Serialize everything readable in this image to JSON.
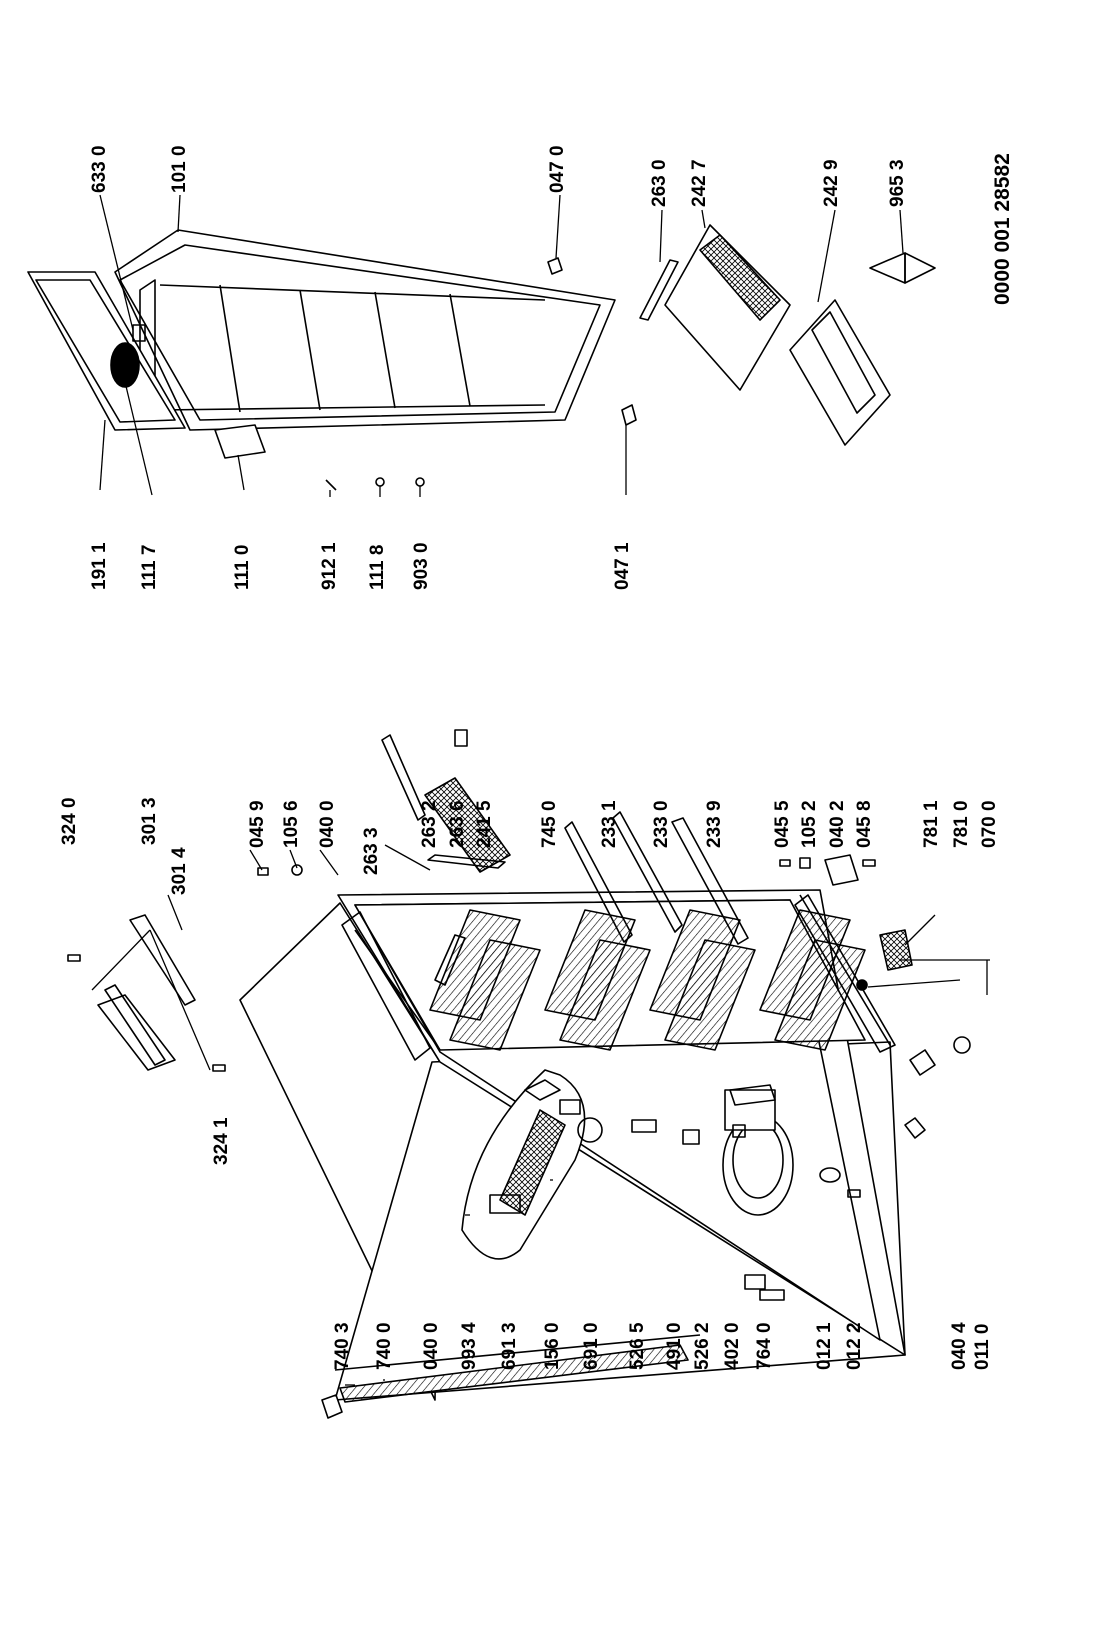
{
  "diagram": {
    "document_code": "0000 001 28582",
    "labels": {
      "p7403": "740 3",
      "p7400": "740 0",
      "p0400a": "040 0",
      "p9934": "993 4",
      "p6913": "691 3",
      "p1560": "156 0",
      "p6910": "691 0",
      "p5265": "526 5",
      "p4910": "491 0",
      "p5262": "526 2",
      "p4020": "402 0",
      "p7640": "764 0",
      "p0121": "012 1",
      "p0122": "012 2",
      "p0404": "040 4",
      "p0110": "011 0",
      "p3241": "324 1",
      "p3240": "324 0",
      "p3013": "301 3",
      "p3014": "301 4",
      "p0459": "045 9",
      "p1056": "105 6",
      "p0400b": "040 0",
      "p2633": "263 3",
      "p2632": "263 2",
      "p2636": "263 6",
      "p2415": "241 5",
      "p7450": "745 0",
      "p2331": "233 1",
      "p2330": "233 0",
      "p2339": "233 9",
      "p0455": "045 5",
      "p1052": "105 2",
      "p0402": "040 2",
      "p0458": "045 8",
      "p7811": "781 1",
      "p7810": "781 0",
      "p0700": "070 0",
      "p1911": "191 1",
      "p1117": "111 7",
      "p1110": "111 0",
      "p9121": "912 1",
      "p1118": "111 8",
      "p9030": "903 0",
      "p0471": "047 1",
      "p6330": "633 0",
      "p1010": "101 0",
      "p0470": "047 0",
      "p2630": "263 0",
      "p2427": "242 7",
      "p2429": "242 9",
      "p9653": "965 3"
    }
  }
}
